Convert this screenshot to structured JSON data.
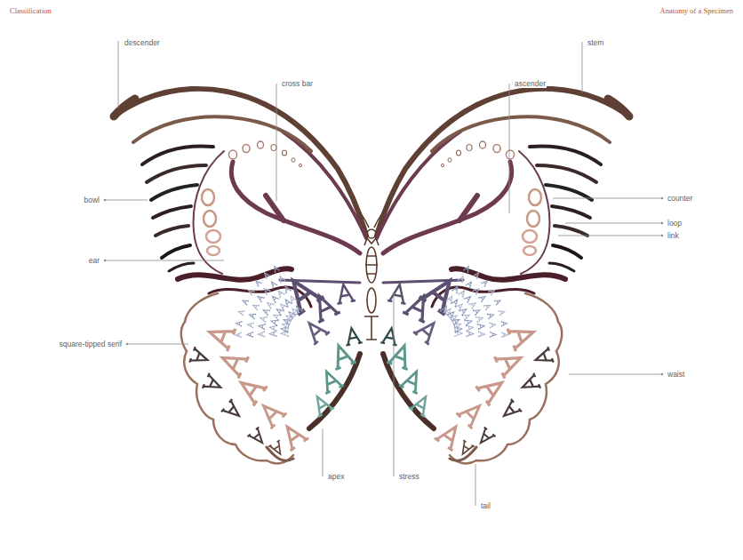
{
  "diagram": {
    "labels": [
      "Classification",
      "Anatomy of a Specimen",
      "descender",
      "cross bar",
      "ascender",
      "stem",
      "bowl",
      "counter",
      "loop",
      "link",
      "ear",
      "square-tipped serif",
      "waist",
      "apex",
      "stress",
      "tail"
    ]
  }
}
